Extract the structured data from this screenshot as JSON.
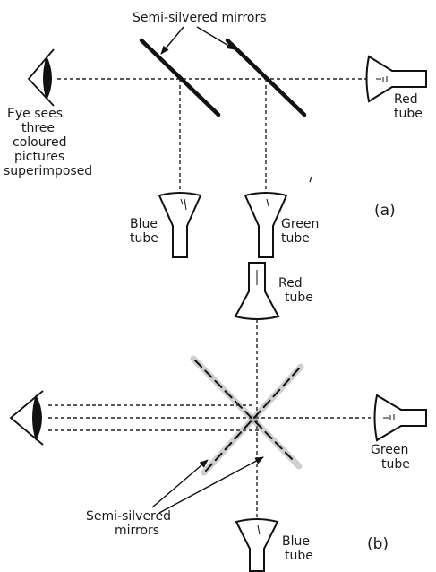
{
  "panel_a": {
    "mirrors_label": "Semi-silvered mirrors",
    "eye_label": [
      "Eye sees",
      "three",
      "coloured",
      "pictures",
      "superimposed"
    ],
    "red_tube": [
      "Red",
      "tube"
    ],
    "blue_tube": [
      "Blue",
      "tube"
    ],
    "green_tube": [
      "Green",
      "tube"
    ],
    "tag": "(a)"
  },
  "panel_b": {
    "red_tube": [
      "Red",
      "tube"
    ],
    "green_tube": [
      "Green",
      "tube"
    ],
    "blue_tube": [
      "Blue",
      "tube"
    ],
    "mirrors_label": [
      "Semi-silvered",
      "mirrors"
    ],
    "tag": "(b)"
  }
}
